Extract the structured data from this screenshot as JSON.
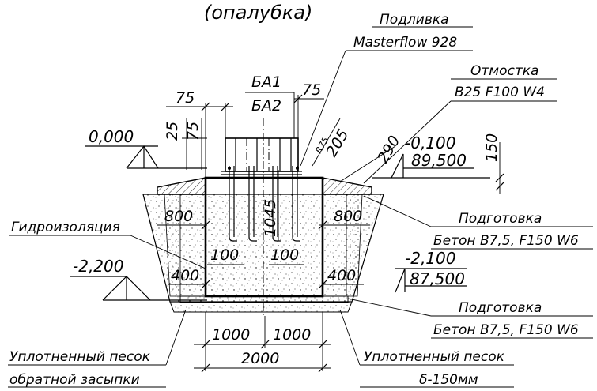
{
  "title": "(опалубка)",
  "labels": {
    "podlivka_1": "Подливка",
    "podlivka_2": "Masterflow 928",
    "otmostka_1": "Отмостка",
    "otmostka_2": "B25 F100 W4",
    "podgotovka_top_1": "Подготовка",
    "podgotovka_top_2": "Бетон В7,5, F150 W6",
    "podgotovka_bot_1": "Подготовка",
    "podgotovka_bot_2": "Бетон В7,5, F150 W6",
    "gidroizolyaciya": "Гидроизоляция",
    "pesok_left_1": "Уплотненный песок",
    "pesok_left_2": "обратной засыпки",
    "pesok_right_1": "Уплотненный песок",
    "pesok_right_2": "δ-150мм",
    "ba1": "БА1",
    "ba2": "БА2"
  },
  "levels": {
    "zero": "0,000",
    "minus_0100": "-0,100",
    "abs_89500": "89,500",
    "minus_2200": "-2,200",
    "minus_2100": "-2,100",
    "abs_87500": "87,500"
  },
  "dimensions": {
    "d75_left": "75",
    "d75_right": "75",
    "d25": "25",
    "d75_vert": "75",
    "r75": "R75",
    "d205": "205",
    "d290": "290",
    "d150": "150",
    "d800_left": "800",
    "d800_right": "800",
    "d1045": "1045",
    "d100_left": "100",
    "d100_center": "100",
    "d400_left": "400",
    "d400_right": "400",
    "d1000_left": "1000",
    "d1000_right": "1000",
    "d2000": "2000"
  }
}
